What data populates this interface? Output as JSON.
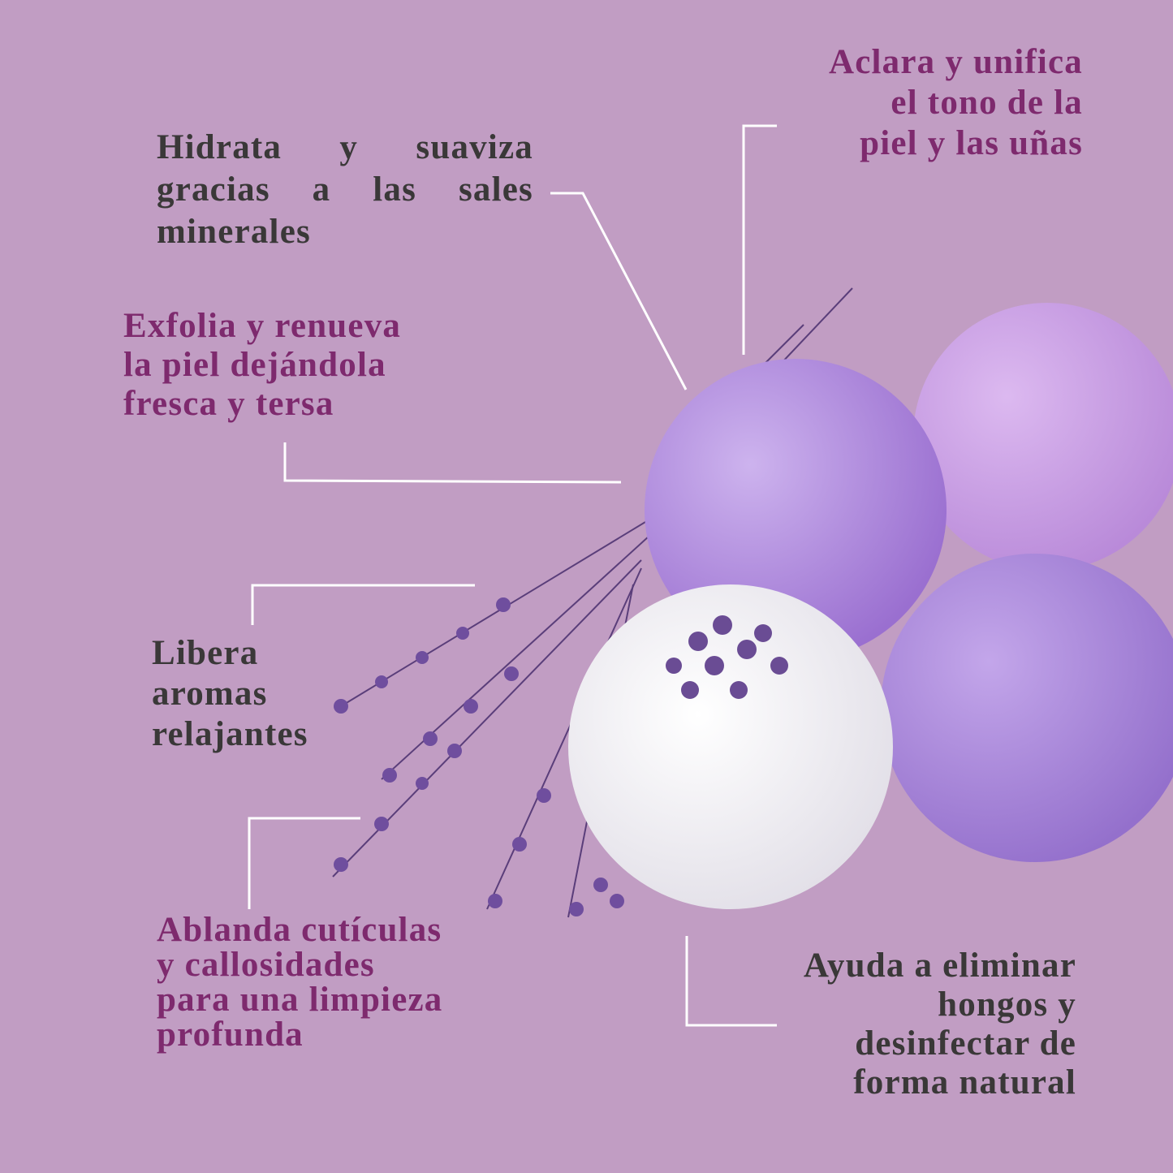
{
  "colors": {
    "background": "#c19dc3",
    "accent": "#7e2a6e",
    "dark_text": "#3a3838",
    "connector": "#ffffff"
  },
  "benefits": {
    "clarify": [
      "Aclara y unifica",
      "el tono de la",
      "piel y las uñas"
    ],
    "hydrate": [
      "Hidrata y suaviza",
      "gracias a las sales",
      "minerales"
    ],
    "exfoliate": [
      "Exfolia y renueva",
      "la piel dejándola",
      "fresca y tersa"
    ],
    "aroma": [
      "Libera",
      "aromas",
      "relajantes"
    ],
    "soften": [
      "Ablanda cutículas",
      "y callosidades",
      "para una limpieza",
      "profunda"
    ],
    "fungus": [
      "Ayuda a eliminar",
      "hongos y",
      "desinfectar de",
      "forma natural"
    ]
  }
}
